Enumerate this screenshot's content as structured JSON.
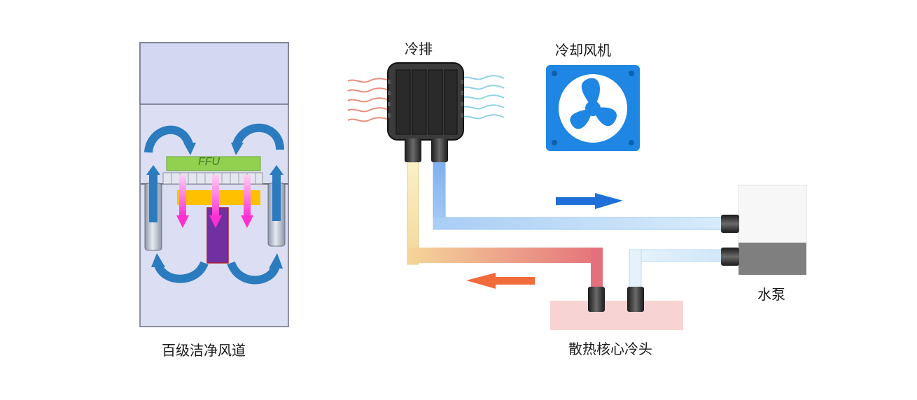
{
  "labels": {
    "duct": "百级洁净风道",
    "ffu": "FFU",
    "radiator": "冷排",
    "fan": "冷却风机",
    "pump": "水泵",
    "cold_head": "散热核心冷头"
  },
  "colors": {
    "duct_fill": "#dcdff3",
    "duct_top": "#d3d6f0",
    "ffu_green": "#92d050",
    "orange_bar": "#ffc000",
    "purple_block": "#7030a0",
    "circulation_blue": "#2b7bbf",
    "magenta_arrow": "#ff33cc",
    "cold_pipe": "#9ec6f2",
    "hot_pipe_start": "#f7e7a8",
    "hot_pipe_end": "#e36c72",
    "flow_blue": "#1f6fd8",
    "flow_orange": "#f26b3a",
    "fan_blue": "#1f86e3",
    "radiator_dark": "#3b3b3b",
    "pump_gray": "#7f7f7f",
    "cold_head_pink": "#f8d3d3"
  },
  "icons": [
    "fan-icon",
    "radiator-icon",
    "pump-icon",
    "cold-head-icon",
    "ffu-icon"
  ]
}
